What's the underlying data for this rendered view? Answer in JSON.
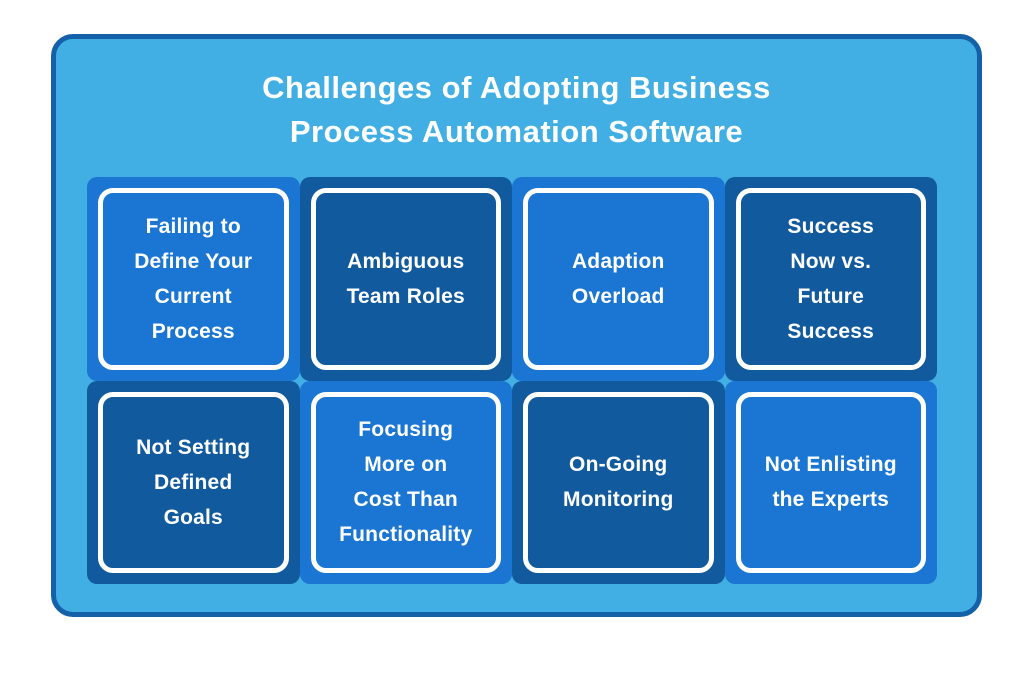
{
  "title": {
    "text": "Challenges of Adopting Business\nProcess Automation Software"
  },
  "colors": {
    "page_background": "#ffffff",
    "panel_fill": "#42AFE4",
    "panel_border": "#1460A9",
    "tile_light": "#1A76D2",
    "tile_dark": "#115A9E",
    "tile_border": "#ffffff",
    "text": "#ffffff"
  },
  "grid": {
    "tiles": [
      {
        "slug": "failing-to-define-current-process",
        "label": "Failing to\nDefine Your\nCurrent\nProcess",
        "variant": "light"
      },
      {
        "slug": "ambiguous-team-roles",
        "label": "Ambiguous\nTeam Roles",
        "variant": "dark"
      },
      {
        "slug": "adaption-overload",
        "label": "Adaption\nOverload",
        "variant": "light"
      },
      {
        "slug": "success-now-vs-future-success",
        "label": "Success\nNow vs.\nFuture\nSuccess",
        "variant": "dark"
      },
      {
        "slug": "not-setting-defined-goals",
        "label": "Not Setting\nDefined\nGoals",
        "variant": "dark"
      },
      {
        "slug": "focusing-more-on-cost-than-functionality",
        "label": "Focusing\nMore on\nCost Than\nFunctionality",
        "variant": "light"
      },
      {
        "slug": "on-going-monitoring",
        "label": "On-Going\nMonitoring",
        "variant": "dark"
      },
      {
        "slug": "not-enlisting-the-experts",
        "label": "Not Enlisting\nthe Experts",
        "variant": "light"
      }
    ]
  }
}
